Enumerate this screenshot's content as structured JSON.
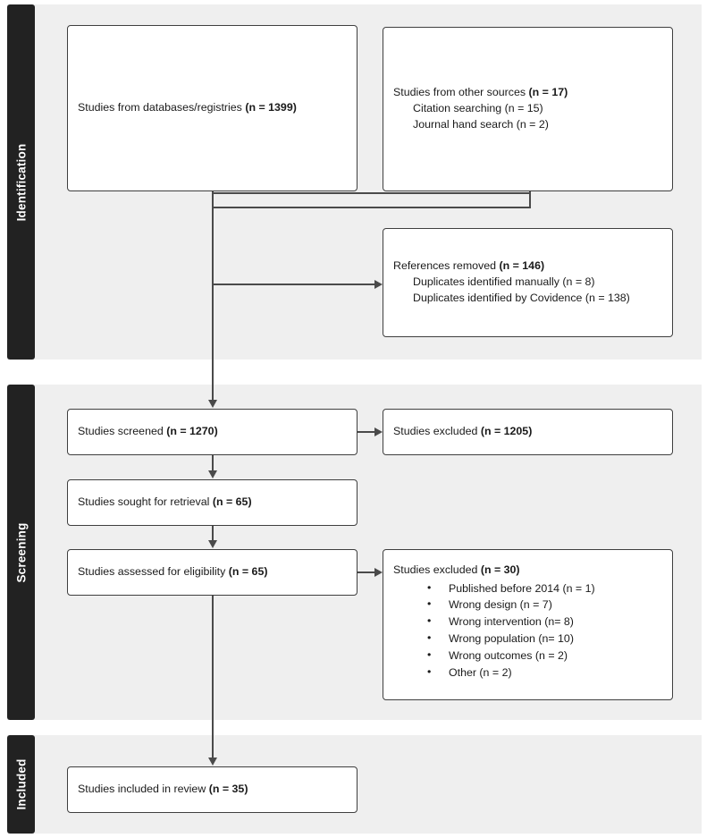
{
  "figure": {
    "type": "prisma-flow-diagram",
    "colors": {
      "band_background": "#efefef",
      "band_tab": "#222222",
      "box_border": "#3f3f3f",
      "box_fill": "#ffffff",
      "connector": "#4a4a4a",
      "text": "#1a1a1a",
      "page_background": "#ffffff"
    }
  },
  "bands": [
    {
      "id": "identification",
      "label": "Identification"
    },
    {
      "id": "screening",
      "label": "Screening"
    },
    {
      "id": "included",
      "label": "Included"
    }
  ],
  "boxes": {
    "databases": {
      "title_text": "Studies from databases/registries ",
      "title_count": "(n = 1399)",
      "sub_items": []
    },
    "other_sources": {
      "title_text": "Studies from other sources ",
      "title_count": "(n = 17)",
      "sub_items": [
        "Citation searching (n = 15)",
        "Journal hand search (n = 2)"
      ]
    },
    "references_removed": {
      "title_text": "References removed ",
      "title_count": "(n = 146)",
      "sub_items": [
        "Duplicates identified manually (n = 8)",
        "Duplicates identified by Covidence (n = 138)"
      ]
    },
    "screened": {
      "title_text": "Studies screened ",
      "title_count": "(n = 1270)"
    },
    "excluded_screened": {
      "title_text": "Studies excluded ",
      "title_count": "(n = 1205)"
    },
    "sought": {
      "title_text": "Studies sought for retrieval ",
      "title_count": "(n = 65)"
    },
    "assessed": {
      "title_text": "Studies assessed for eligibility ",
      "title_count": "(n = 65)"
    },
    "excluded_assessed": {
      "title_text": "Studies excluded ",
      "title_count": "(n = 30)",
      "reasons": [
        "Published before 2014 (n = 1)",
        "Wrong design (n = 7)",
        "Wrong intervention (n= 8)",
        "Wrong population (n= 10)",
        "Wrong outcomes (n = 2)",
        "Other (n = 2)"
      ]
    },
    "included": {
      "title_text": "Studies included in review ",
      "title_count": "(n = 35)"
    }
  },
  "chart_data": {
    "type": "diagram",
    "title": "PRISMA flow diagram",
    "stages": [
      {
        "stage": "Identification",
        "nodes": [
          {
            "label": "Studies from databases/registries",
            "n": 1399
          },
          {
            "label": "Studies from other sources",
            "n": 17,
            "breakdown": [
              {
                "label": "Citation searching",
                "n": 15
              },
              {
                "label": "Journal hand search",
                "n": 2
              }
            ]
          },
          {
            "label": "References removed",
            "n": 146,
            "breakdown": [
              {
                "label": "Duplicates identified manually",
                "n": 8
              },
              {
                "label": "Duplicates identified by Covidence",
                "n": 138
              }
            ]
          }
        ]
      },
      {
        "stage": "Screening",
        "nodes": [
          {
            "label": "Studies screened",
            "n": 1270
          },
          {
            "label": "Studies excluded",
            "n": 1205
          },
          {
            "label": "Studies sought for retrieval",
            "n": 65
          },
          {
            "label": "Studies assessed for eligibility",
            "n": 65
          },
          {
            "label": "Studies excluded",
            "n": 30,
            "breakdown": [
              {
                "label": "Published before 2014",
                "n": 1
              },
              {
                "label": "Wrong design",
                "n": 7
              },
              {
                "label": "Wrong intervention",
                "n": 8
              },
              {
                "label": "Wrong population",
                "n": 10
              },
              {
                "label": "Wrong outcomes",
                "n": 2
              },
              {
                "label": "Other",
                "n": 2
              }
            ]
          }
        ]
      },
      {
        "stage": "Included",
        "nodes": [
          {
            "label": "Studies included in review",
            "n": 35
          }
        ]
      }
    ]
  }
}
